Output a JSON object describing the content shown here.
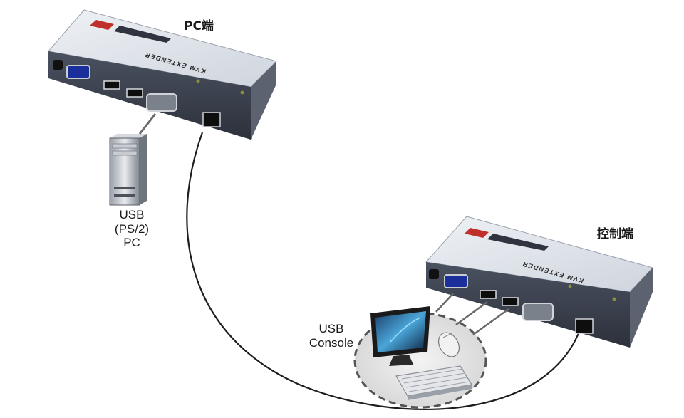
{
  "labels": {
    "pc_side": "PC端",
    "console_side": "控制端",
    "usb_pc_line1": "USB",
    "usb_pc_line2": "(PS/2)",
    "usb_pc_line3": "PC",
    "usb_console_line1": "USB",
    "usb_console_line2": "Console"
  },
  "device": {
    "name": "KVM EXTENDER"
  },
  "colors": {
    "device_top": "#dfe3ea",
    "device_front": "#404653",
    "accent_red": "#c0302a",
    "cable": "#1e1e1e",
    "dashed_group": "#555555"
  }
}
